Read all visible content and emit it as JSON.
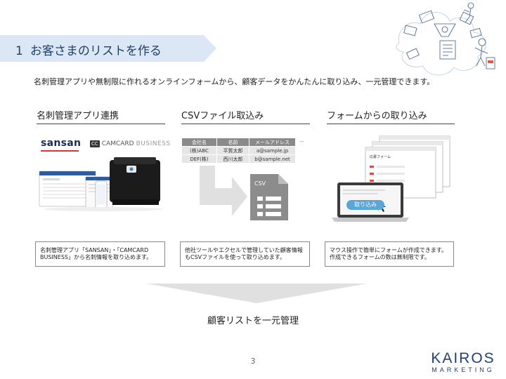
{
  "section": {
    "number": "1",
    "title": "お客さまのリストを作る"
  },
  "intro": "名刺管理アプリや無制限に作れるオンラインフォームから、顧客データをかんたんに取り込み、一元管理できます。",
  "columns": [
    {
      "heading": "名刺管理アプリ連携",
      "logos": {
        "sansan": "sansan",
        "camcard_badge": "CC",
        "camcard": "CAMCARD",
        "camcard_suffix": "BUSINESS"
      },
      "description": "名刺管理アプリ「SANSAN」・「CAMCARD BUSINESS」から名刺情報を取り込めます。"
    },
    {
      "heading": "CSVファイル取込み",
      "table": {
        "headers": [
          "会社名",
          "名前",
          "メールアドレス"
        ],
        "rows": [
          [
            "(株)ABC",
            "平賀太郎",
            "a@sample.jp"
          ],
          [
            "DEF(株)",
            "西川太郎",
            "b@sample.net"
          ]
        ],
        "more": "..."
      },
      "file_label": "CSV",
      "description": "他社ツールやエクセルで管理していた顧客情報もCSVファイルを使って取り込めます。"
    },
    {
      "heading": "フォームからの取り込み",
      "form_title": "応募フォーム",
      "button": "取り込み",
      "description": "マウス操作で簡単にフォームが作成できます。作成できるフォームの数は無制限です。"
    }
  ],
  "result": "顧客リストを一元管理",
  "page_number": "3",
  "brand": {
    "name": "KAIROS",
    "sub": "MARKETING"
  },
  "colors": {
    "banner_fill": "#dbe7f5",
    "banner_text": "#1f3f66",
    "brand": "#213f79",
    "arrow_gray": "#e0e0e0",
    "form_button": "#5aa6d8"
  }
}
